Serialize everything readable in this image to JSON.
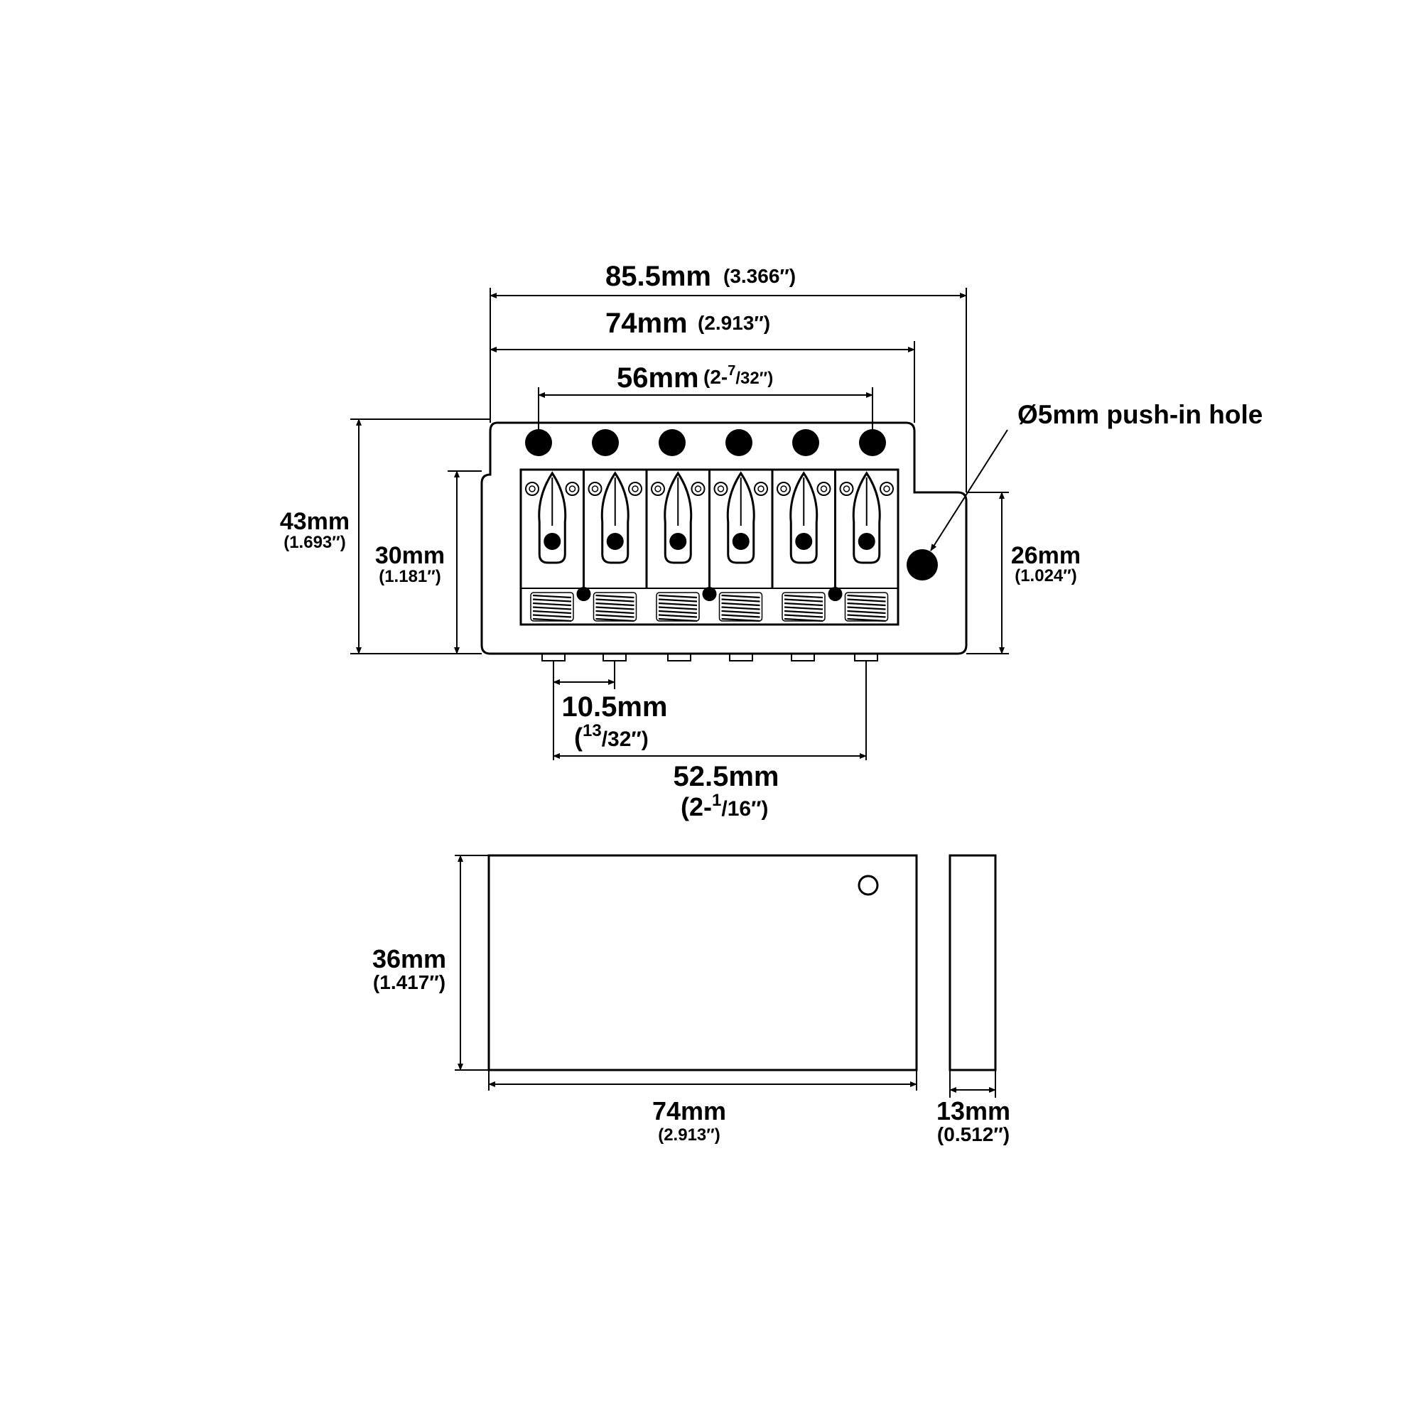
{
  "dimensions": {
    "width_total": {
      "metric": "85.5mm",
      "imperial": "(3.366″)"
    },
    "width_body": {
      "metric": "74mm",
      "imperial": "(2.913″)"
    },
    "string_spacing_total": {
      "metric": "56mm",
      "imperial_prefix": "(2-",
      "imperial_num": "7",
      "imperial_den": "/32″)"
    },
    "height_total": {
      "metric": "43mm",
      "imperial": "(1.693″)"
    },
    "height_saddle_area": {
      "metric": "30mm",
      "imperial": "(1.181″)"
    },
    "height_right": {
      "metric": "26mm",
      "imperial": "(1.024″)"
    },
    "screw_spacing": {
      "metric": "10.5mm",
      "imperial_open": "(",
      "imperial_num": "13",
      "imperial_den": "/32″)"
    },
    "screw_span": {
      "metric": "52.5mm",
      "imperial_prefix": "(2-",
      "imperial_num": "1",
      "imperial_den": "/16″)"
    },
    "block_height": {
      "metric": "36mm",
      "imperial": "(1.417″)"
    },
    "block_width": {
      "metric": "74mm",
      "imperial": "(2.913″)"
    },
    "block_depth": {
      "metric": "13mm",
      "imperial": "(0.512″)"
    }
  },
  "callouts": {
    "push_in_hole": "Ø5mm push-in hole"
  }
}
